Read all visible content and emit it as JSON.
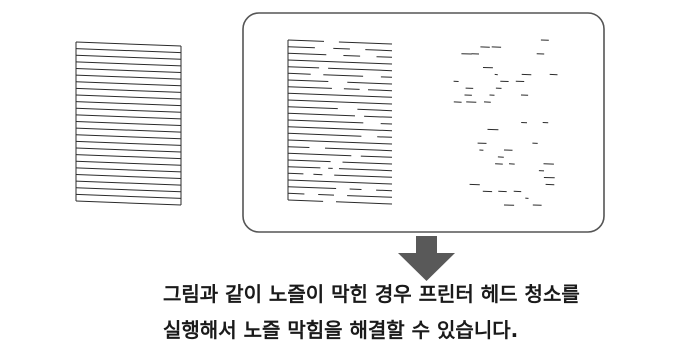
{
  "colors": {
    "line": "#2b2b2b",
    "panel_border": "#555555",
    "arrow": "#595959",
    "caption": "#1a1a1a"
  },
  "figure": {
    "normal_pattern": {
      "name": "normal-nozzle-pattern",
      "lines": 25,
      "complete": true
    },
    "example_panel": {
      "partial_pattern": {
        "name": "partially-clogged-nozzle-pattern",
        "lines": 25,
        "complete": false
      },
      "severe_pattern": {
        "name": "severely-clogged-nozzle-pattern",
        "lines": 25,
        "complete": false
      }
    },
    "arrow_icon": "down-arrow-icon"
  },
  "caption": {
    "line1": "그림과 같이 노즐이 막힌 경우 프린터 헤드 청소를",
    "line2": "실행해서 노즐 막힘을 해결할 수 있습니다."
  }
}
